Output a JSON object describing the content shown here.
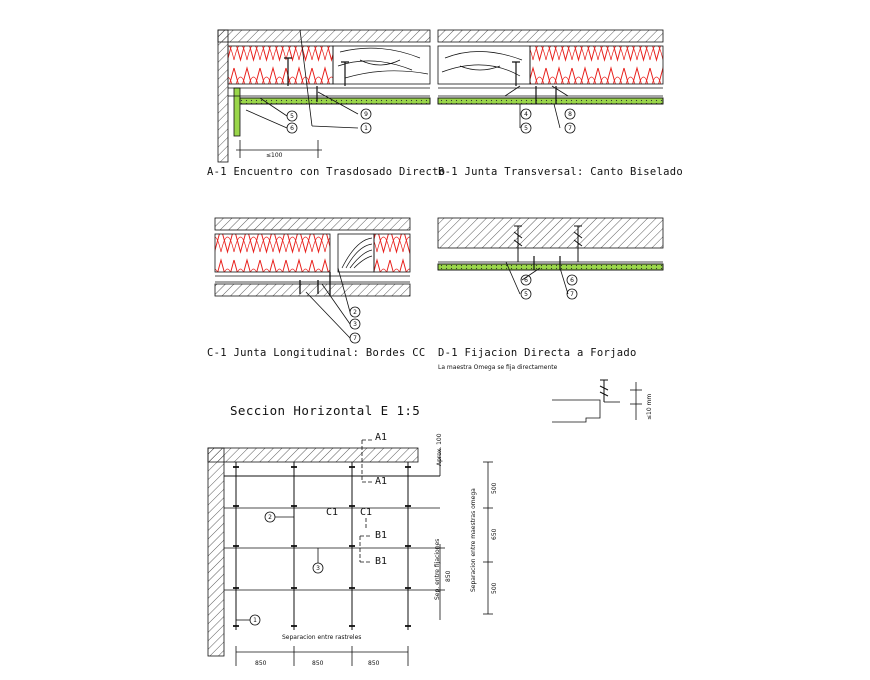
{
  "captions": {
    "a1": "A-1 Encuentro con Trasdosado Directo",
    "b1": "B-1 Junta Transversal: Canto Biselado",
    "c1": "C-1 Junta Longitudinal: Bordes CC",
    "d1": "D-1 Fijacion Directa a Forjado",
    "d1_note": "La maestra Omega se fija directamente"
  },
  "dims": {
    "a1_width": "≤100",
    "screw_len": "≤10 mm",
    "approx": "Aprox. 100",
    "sep_omega": "Separacion entre maestras omega",
    "sep_fij": "Sep. entre fijaciones",
    "sep_rast": "Separacion entre rastreles",
    "v500": "500",
    "v850": "850",
    "v650": "650"
  },
  "section": {
    "title": "Seccion Horizontal E 1:5",
    "a1": "A1",
    "b1": "B1",
    "c1": "C1"
  },
  "markers": {
    "n1": "1",
    "n2": "2",
    "n3": "3",
    "n4": "4",
    "n5": "5",
    "n6": "6",
    "n7": "7",
    "n8": "8",
    "n9": "9"
  },
  "colors": {
    "insulation": "#e8201c",
    "board": "#9ad64a",
    "line": "#111111"
  }
}
